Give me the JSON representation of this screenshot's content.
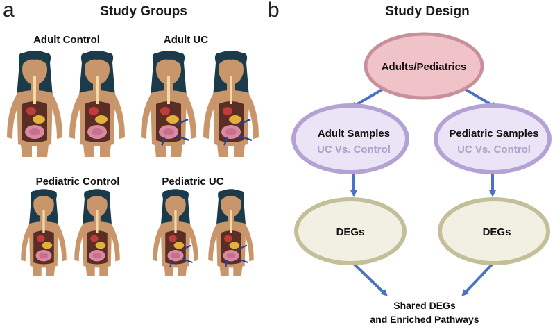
{
  "panel_a": {
    "letter": "a",
    "title": "Study Groups",
    "groups": [
      {
        "label": "Adult Control",
        "size": "adult",
        "inflamed": false
      },
      {
        "label": "Adult UC",
        "size": "adult",
        "inflamed": true
      },
      {
        "label": "Pediatric Control",
        "size": "child",
        "inflamed": false
      },
      {
        "label": "Pediatric UC",
        "size": "child",
        "inflamed": true
      }
    ]
  },
  "panel_b": {
    "letter": "b",
    "title": "Study Design",
    "top_node": "Adults/Pediatrics",
    "adult_node": {
      "line1": "Adult Samples",
      "line2": "UC Vs. Control"
    },
    "pediatric_node": {
      "line1": "Pediatric Samples",
      "line2": "UC Vs. Control"
    },
    "adult_degs": "DEGs",
    "pediatric_degs": "DEGs",
    "output": {
      "line1": "Shared DEGs",
      "line2": "and Enriched Pathways"
    }
  },
  "colors": {
    "skin": "#c9966b",
    "hair": "#1c3b4a",
    "torso_cavity": "#5a2e24",
    "arrow": "#4a73c4",
    "top_fill": "#efc3c8",
    "top_stroke": "#c98f9a",
    "mid_fill": "#ebe3f6",
    "mid_stroke": "#b4a2d4",
    "deg_fill": "#f2f0e3",
    "deg_stroke": "#c5bf99"
  }
}
